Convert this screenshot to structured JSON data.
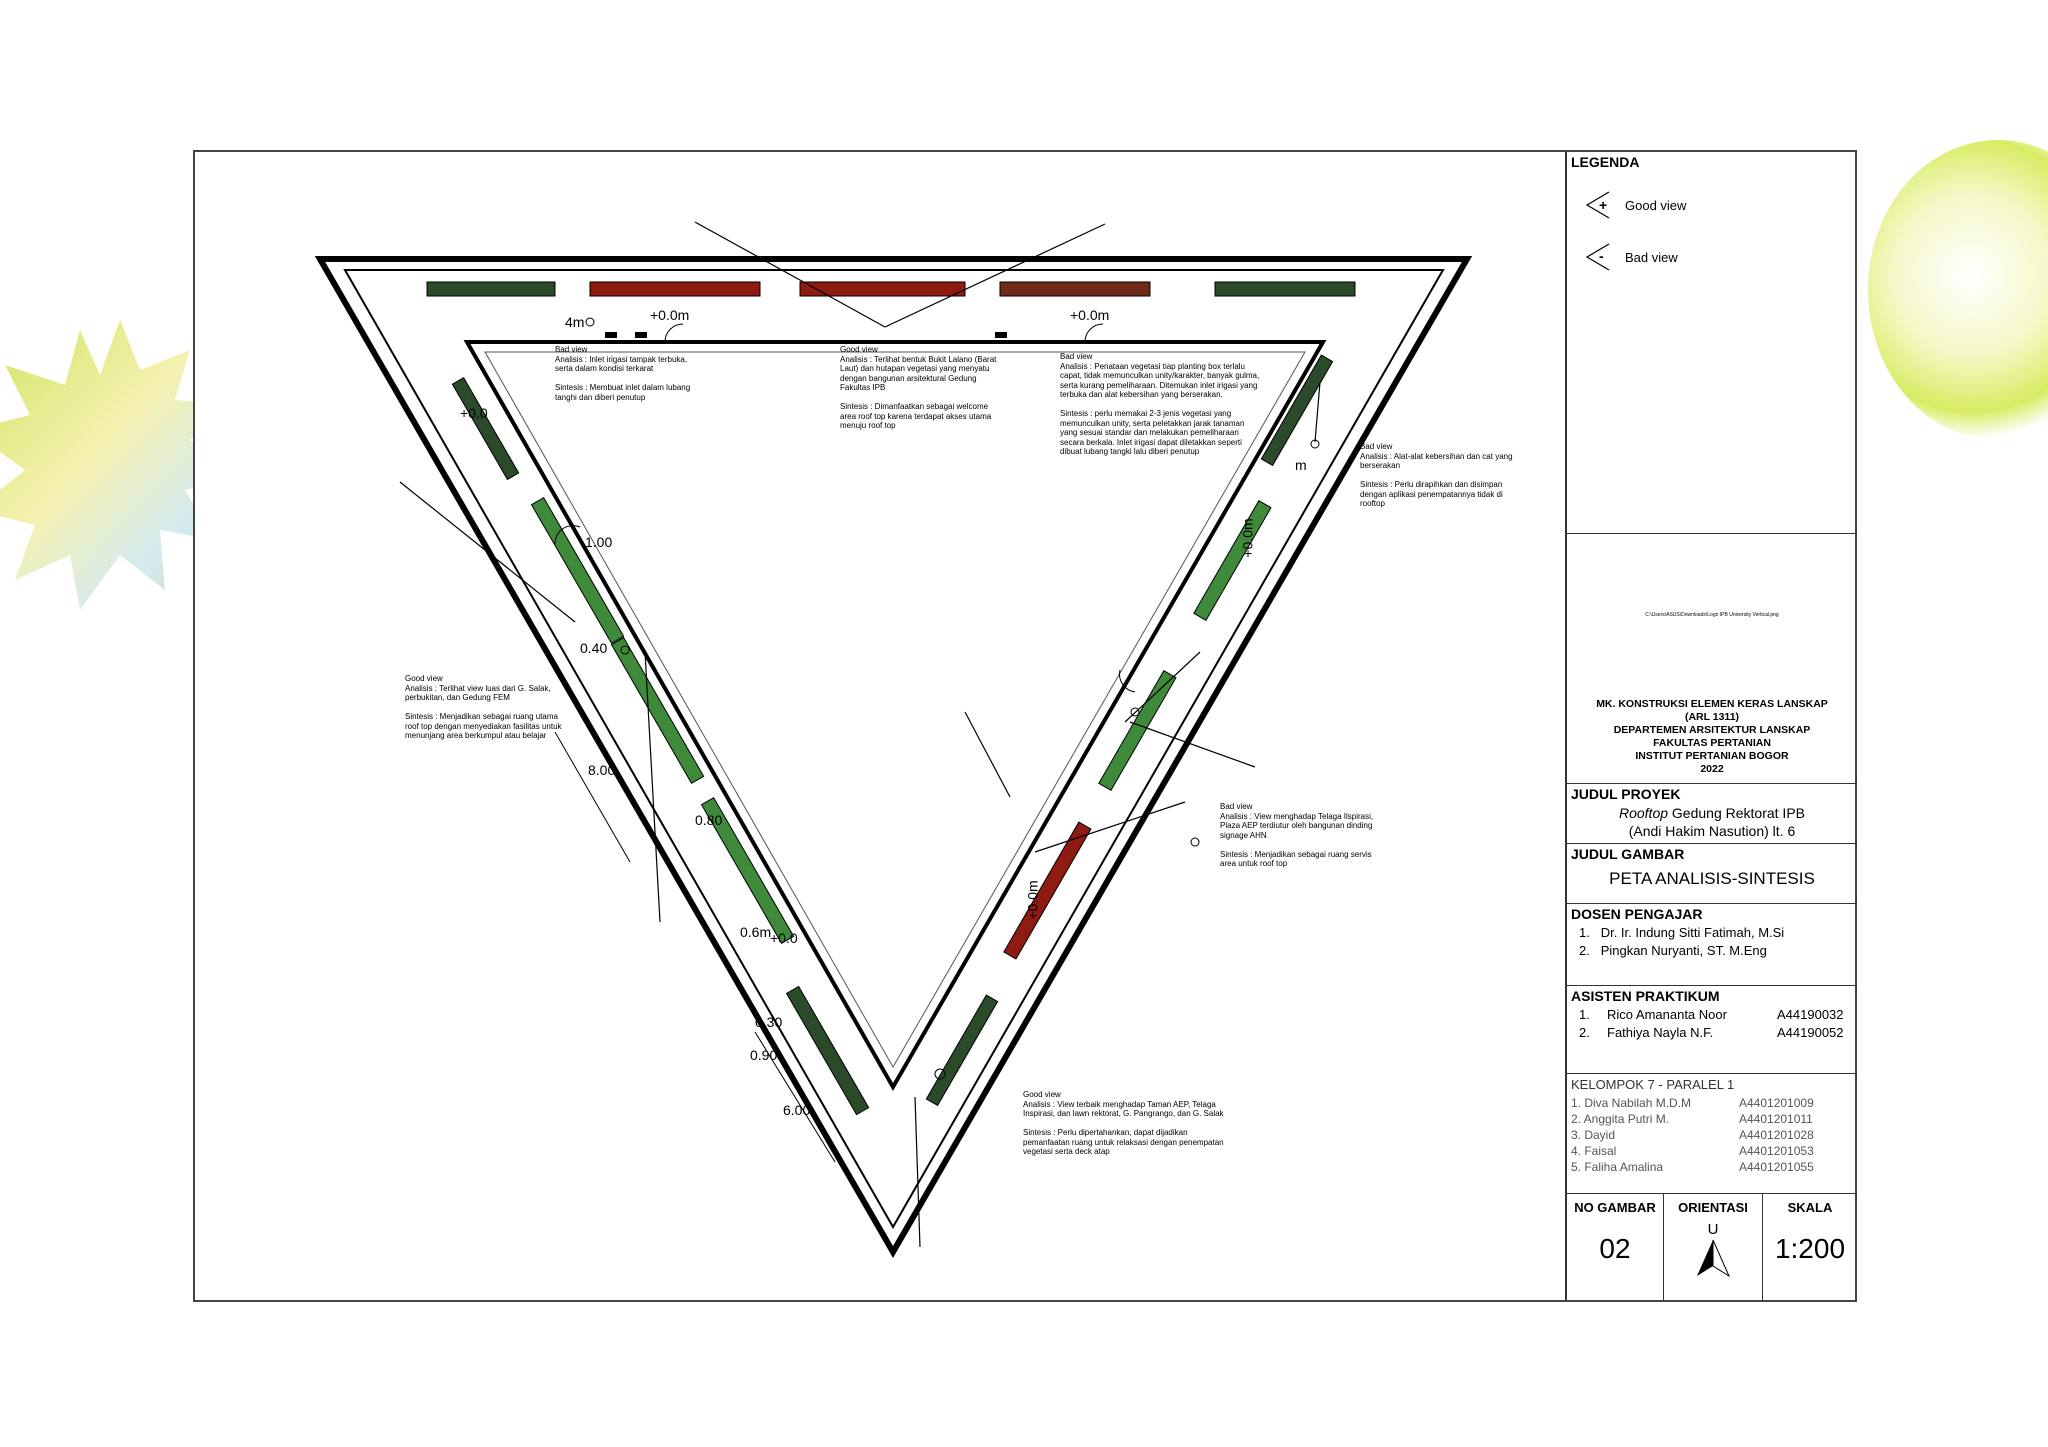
{
  "legend": {
    "title": "LEGENDA",
    "good_view": "Good view",
    "bad_view": "Bad view"
  },
  "course": {
    "small_note": "C:\\Users\\ASUS\\Downloads\\Logo IPB University Vertical.png",
    "lines": [
      "MK. KONSTRUKSI ELEMEN KERAS LANSKAP",
      "(ARL 1311)",
      "DEPARTEMEN ARSITEKTUR LANSKAP",
      "FAKULTAS PERTANIAN",
      "INSTITUT PERTANIAN BOGOR",
      "2022"
    ]
  },
  "project": {
    "heading": "JUDUL PROYEK",
    "line1_italic": "Rooftop",
    "line1_rest": " Gedung Rektorat IPB",
    "line2": "(Andi Hakim Nasution) lt. 6"
  },
  "drawing": {
    "heading": "JUDUL GAMBAR",
    "title": "PETA ANALISIS-SINTESIS"
  },
  "lecturers": {
    "heading": "DOSEN PENGAJAR",
    "items": [
      {
        "no": "1.",
        "name": "Dr. Ir. Indung Sitti Fatimah, M.Si"
      },
      {
        "no": "2.",
        "name": "Pingkan Nuryanti, ST. M.Eng"
      }
    ]
  },
  "assistants": {
    "heading": "ASISTEN PRAKTIKUM",
    "items": [
      {
        "no": "1.",
        "name": "Rico Amananta Noor",
        "id": "A44190032"
      },
      {
        "no": "2.",
        "name": "Fathiya Nayla N.F.",
        "id": "A44190052"
      }
    ]
  },
  "group": {
    "heading": "KELOMPOK 7 - PARALEL 1",
    "members": [
      {
        "name": "1. Diva Nabilah M.D.M",
        "id": "A4401201009"
      },
      {
        "name": "2. Anggita Putri M.",
        "id": "A4401201011"
      },
      {
        "name": "3. Dayid",
        "id": "A4401201028"
      },
      {
        "name": "4. Faisal",
        "id": "A4401201053"
      },
      {
        "name": "5. Faliha Amalina",
        "id": "A4401201055"
      }
    ]
  },
  "footer": {
    "no_label": "NO GAMBAR",
    "no_value": "02",
    "orient_label": "ORIENTASI",
    "orient_letter": "U",
    "scale_label": "SKALA",
    "scale_value": "1:200"
  },
  "annotations": [
    {
      "key": "a1",
      "text": "Bad view\nAnalisis : Inlet irigasi tampak terbuka,\nserta dalam kondisi terkarat\n\nSintesis : Membuat inlet dalam lubang\ntanghi dan diberi penutup"
    },
    {
      "key": "a2",
      "text": "Good view\nAnalisis : Terlihat bentuk Bukit Lalano (Barat\nLaut) dan hutapan vegetasi yang menyatu\ndengan bangunan arsitektural Gedung\nFakultas IPB\n\nSintesis : Dimanfaatkan sebagai welcome\narea roof top karena terdapat akses utama\nmenuju roof top"
    },
    {
      "key": "a3",
      "text": "Bad view\nAnalisis : Penataan vegetasi tiap planting box terlalu\ncapat, tidak memunculkan unity/karakter, banyak gulma,\nserta kurang pemeliharaan. Ditemukan inlet irigasi yang\nterbuka dan alat kebersihan yang berserakan.\n\nSintesis : perlu memakai 2-3 jenis vegetasi yang\nmemunculkan unity, serta peletakkan jarak tanaman\nyang sesuai standar dan melakukan pemeliharaan\nsecara berkala. Inlet irigasi dapat diletakkan seperti\ndibuat lubang tangki lalu diberi penutup"
    },
    {
      "key": "a4",
      "text": "Bad view\nAnalisis : Alat-alat kebersihan dan cat yang\nberserakan\n\nSintesis : Perlu dirapihkan dan disimpan\ndengan aplikasi penempatannya tidak di\nrooftop"
    },
    {
      "key": "a5",
      "text": "Good view\nAnalisis : Terlihat view luas dari G. Salak,\nperbukitan, dan Gedung FEM\n\nSintesis : Menjadikan sebagai ruang utama\nroof top dengan menyediakan fasilitas untuk\nmenunjang area berkumpul atau belajar"
    },
    {
      "key": "a6",
      "text": "Bad view\nAnalisis : View menghadap Telaga Ilspirasi,\nPlaza AEP terdiutur oleh bangunan dinding\nsignage AHN\n\nSintesis : Menjadikan sebagai ruang servis\narea untuk roof top"
    },
    {
      "key": "a7",
      "text": "Good view\nAnalisis : View terbaik menghadap Taman AEP, Telaga\nInspirasi, dan lawn rektorat, G. Pangrango, dan G. Salak\n\nSintesis : Perlu dipertahankan, dapat dijadikan\npemanfaatan ruang untuk relaksasi dengan penempatan\nvegetasi serta deck atap"
    }
  ],
  "dimensions": {
    "d_top_left": "+0.0m",
    "d_top_right": "+0.0m",
    "d_4m": "4m",
    "d_left_elev": "+0.0",
    "d_100": "1.00",
    "d_040": "0.40",
    "d_800": "8.00",
    "d_080": "0.80",
    "d_06m": "0.6m",
    "d_left_low": "+0.0",
    "d_030": "0.30",
    "d_090": "0.90",
    "d_600": "6.00",
    "d_right_upper": "+0.0m",
    "d_right_lower": "+0.0m",
    "d_right_m": "m"
  },
  "colors": {
    "planter_green": "#3f8a3a",
    "planter_red": "#8e1b12",
    "planter_dark": "#2a4a2a"
  }
}
